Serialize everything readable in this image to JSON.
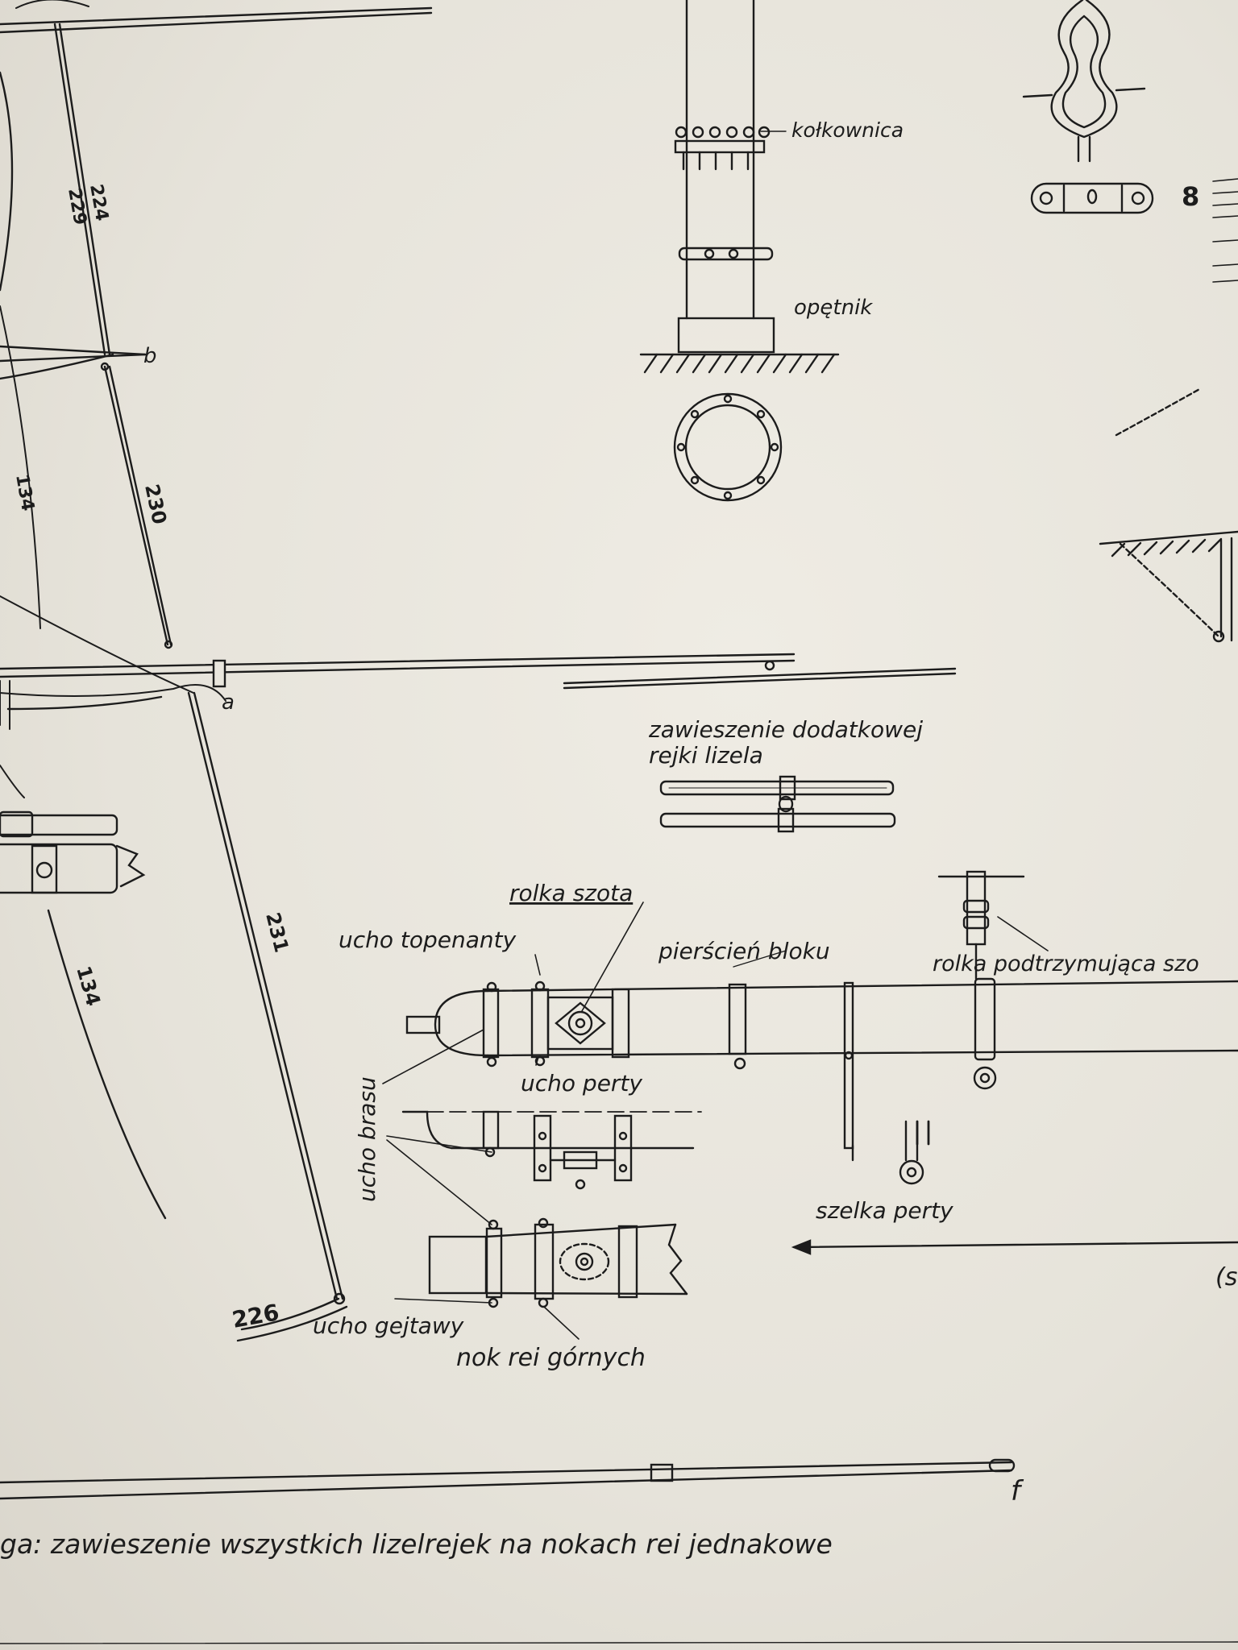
{
  "sheet": {
    "palette": {
      "ink": "#1c1c1c",
      "paper": "#ebe8e0",
      "shadow": "#cfcabd"
    }
  },
  "labels": {
    "kolkownica": "kołkownica",
    "opetnik": "opętnik",
    "zawieszenie_line1": "zawieszenie dodatkowej",
    "zawieszenie_line2": "rejki lizela",
    "rolka_szota": "rolka szota",
    "ucho_topenanty": "ucho topenanty",
    "pierscien_bloku": "pierścień bloku",
    "rolka_podtrzymujaca": "rolka podtrzymująca szo",
    "ucho_brasu": "ucho brasu",
    "ucho_perty": "ucho perty",
    "szelka_perty": "szelka perty",
    "ucho_gejtawy": "ucho gejtawy",
    "nok_rei_gornych": "nok rei górnych",
    "paren_fragment": "(s",
    "footer_note": "ga: zawieszenie wszystkich lizelrejek na nokach rei jednakowe"
  },
  "letters": {
    "a": "a",
    "b": "b",
    "f": "f"
  },
  "numbers": {
    "n224": "224",
    "n229": "229",
    "n230": "230",
    "n134_top": "134",
    "n231": "231",
    "n134_bottom": "134",
    "n226": "226",
    "n8": "8"
  }
}
